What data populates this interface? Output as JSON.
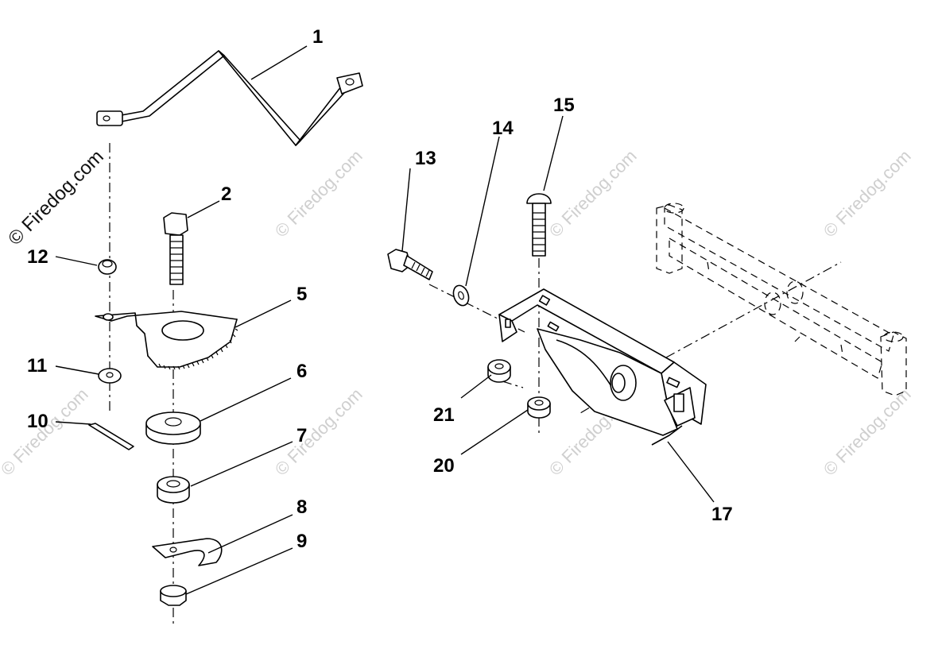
{
  "watermark": {
    "main": "© Firedog.com",
    "faint": "© Firedog.com"
  },
  "callouts": {
    "c1": "1",
    "c2": "2",
    "c5": "5",
    "c6": "6",
    "c7": "7",
    "c8": "8",
    "c9": "9",
    "c10": "10",
    "c11": "11",
    "c12": "12",
    "c13": "13",
    "c14": "14",
    "c15": "15",
    "c17": "17",
    "c20": "20",
    "c21": "21"
  }
}
